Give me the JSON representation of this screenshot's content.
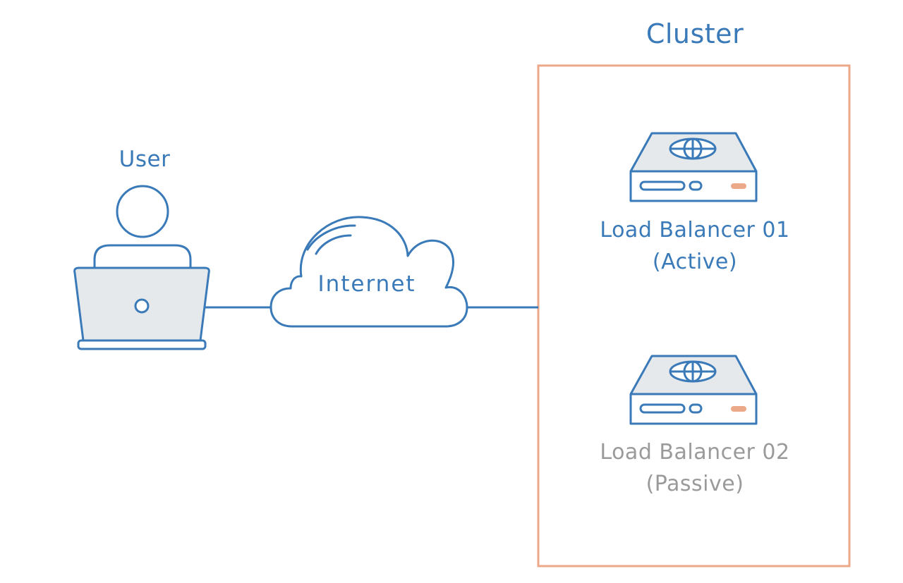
{
  "cluster": {
    "title": "Cluster"
  },
  "user": {
    "label": "User",
    "icon": "laptop-user-icon"
  },
  "internet": {
    "label": "Internet",
    "icon": "cloud-icon"
  },
  "load_balancers": [
    {
      "name": "Load Balancer 01",
      "state": "(Active)",
      "icon": "load-balancer-icon",
      "text_color": "#3a7ab8"
    },
    {
      "name": "Load Balancer 02",
      "state": "(Passive)",
      "icon": "load-balancer-icon",
      "text_color": "#9a9a9a"
    }
  ],
  "colors": {
    "stroke": "#3a7ab8",
    "fill": "#e6e9ec",
    "cluster_border": "#eba98a",
    "status_light": "#eba98a",
    "passive_text": "#9a9a9a"
  }
}
